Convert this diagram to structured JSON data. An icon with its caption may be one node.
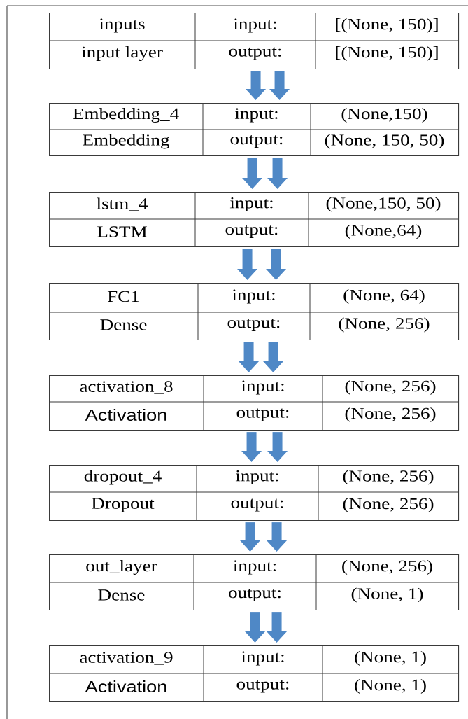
{
  "diagram": {
    "nodes": [
      {
        "text": [
          "inputs",
          "input:",
          "[(None, 150)]",
          "input layer",
          "output:",
          "[(None, 150)]"
        ]
      },
      {
        "text": [
          "Embedding_4",
          "input:",
          "(None,150)",
          "Embedding",
          "output:",
          "(None, 150, 50)"
        ]
      },
      {
        "text": [
          "lstm_4",
          "input:",
          "(None,150, 50)",
          "LSTM",
          "output:",
          "(None,64)"
        ]
      },
      {
        "text": [
          "FC1",
          "input:",
          "(None, 64)",
          "Dense",
          "output:",
          "(None, 256)"
        ]
      },
      {
        "text": [
          "activation_8",
          "input:",
          "(None, 256)",
          "Activation",
          "output:",
          "(None, 256)"
        ]
      },
      {
        "text": [
          "dropout_4",
          "input:",
          "(None, 256)",
          "Dropout",
          "output:",
          "(None, 256)"
        ]
      },
      {
        "text": [
          "out_layer",
          "input:",
          "(None, 256)",
          "Dense",
          "output:",
          "(None, 1)"
        ]
      },
      {
        "text": [
          "activation_9",
          "input:",
          "(None, 1)",
          "Activation",
          "output:",
          "(None, 1)"
        ]
      }
    ],
    "edges": [
      {
        "from": 0,
        "to": 1,
        "arrow": "to"
      },
      {
        "from": 0,
        "to": 1,
        "arrow": "to"
      },
      {
        "from": 1,
        "to": 2,
        "arrow": "to"
      },
      {
        "from": 1,
        "to": 2,
        "arrow": "to"
      },
      {
        "from": 2,
        "to": 3,
        "arrow": "to"
      },
      {
        "from": 2,
        "to": 3,
        "arrow": "to"
      },
      {
        "from": 3,
        "to": 4,
        "arrow": "to"
      },
      {
        "from": 3,
        "to": 4,
        "arrow": "to"
      },
      {
        "from": 4,
        "to": 5,
        "arrow": "to"
      },
      {
        "from": 4,
        "to": 5,
        "arrow": "to"
      },
      {
        "from": 5,
        "to": 6,
        "arrow": "to"
      },
      {
        "from": 5,
        "to": 6,
        "arrow": "to"
      },
      {
        "from": 6,
        "to": 7,
        "arrow": "to"
      },
      {
        "from": 6,
        "to": 7,
        "arrow": "to"
      }
    ]
  }
}
